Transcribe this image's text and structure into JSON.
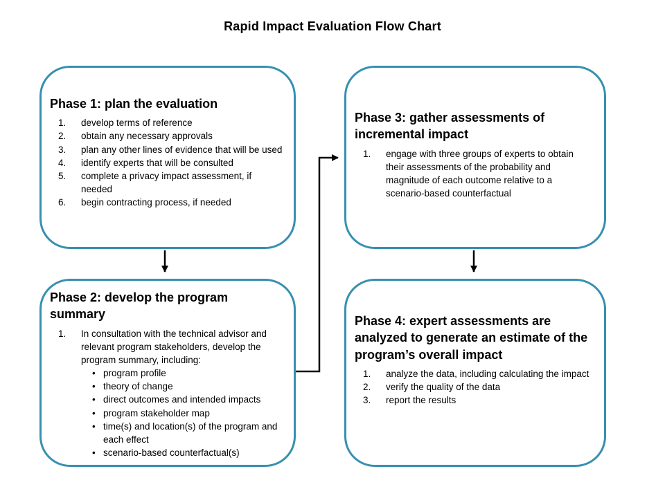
{
  "title": "Rapid Impact Evaluation Flow Chart",
  "colors": {
    "box_border": "#3690B0",
    "arrow": "#000000"
  },
  "boxes": {
    "phase1": {
      "heading": "Phase 1: plan the evaluation",
      "items": [
        "develop terms of reference",
        "obtain any necessary approvals",
        "plan any other lines of evidence that will be used",
        "identify experts that will be consulted",
        "complete a privacy impact assessment, if needed",
        "begin contracting process, if needed"
      ]
    },
    "phase2": {
      "heading": "Phase 2: develop the program summary",
      "items": [
        "In consultation with the technical advisor and relevant program stakeholders, develop the program summary, including:"
      ],
      "bullets": [
        "program profile",
        "theory of change",
        "direct outcomes and intended impacts",
        "program stakeholder map",
        "time(s) and location(s) of the program and each effect",
        "scenario-based counterfactual(s)"
      ]
    },
    "phase3": {
      "heading": "Phase 3: gather assessments of incremental impact",
      "items": [
        "engage with three groups of experts to obtain their assessments of the probability and magnitude of each outcome relative to a scenario-based counterfactual"
      ]
    },
    "phase4": {
      "heading": "Phase 4: expert assessments are analyzed to generate an estimate of the program’s overall impact",
      "items": [
        "analyze the data, including calculating the impact",
        "verify the quality of the data",
        "report the results"
      ]
    }
  }
}
